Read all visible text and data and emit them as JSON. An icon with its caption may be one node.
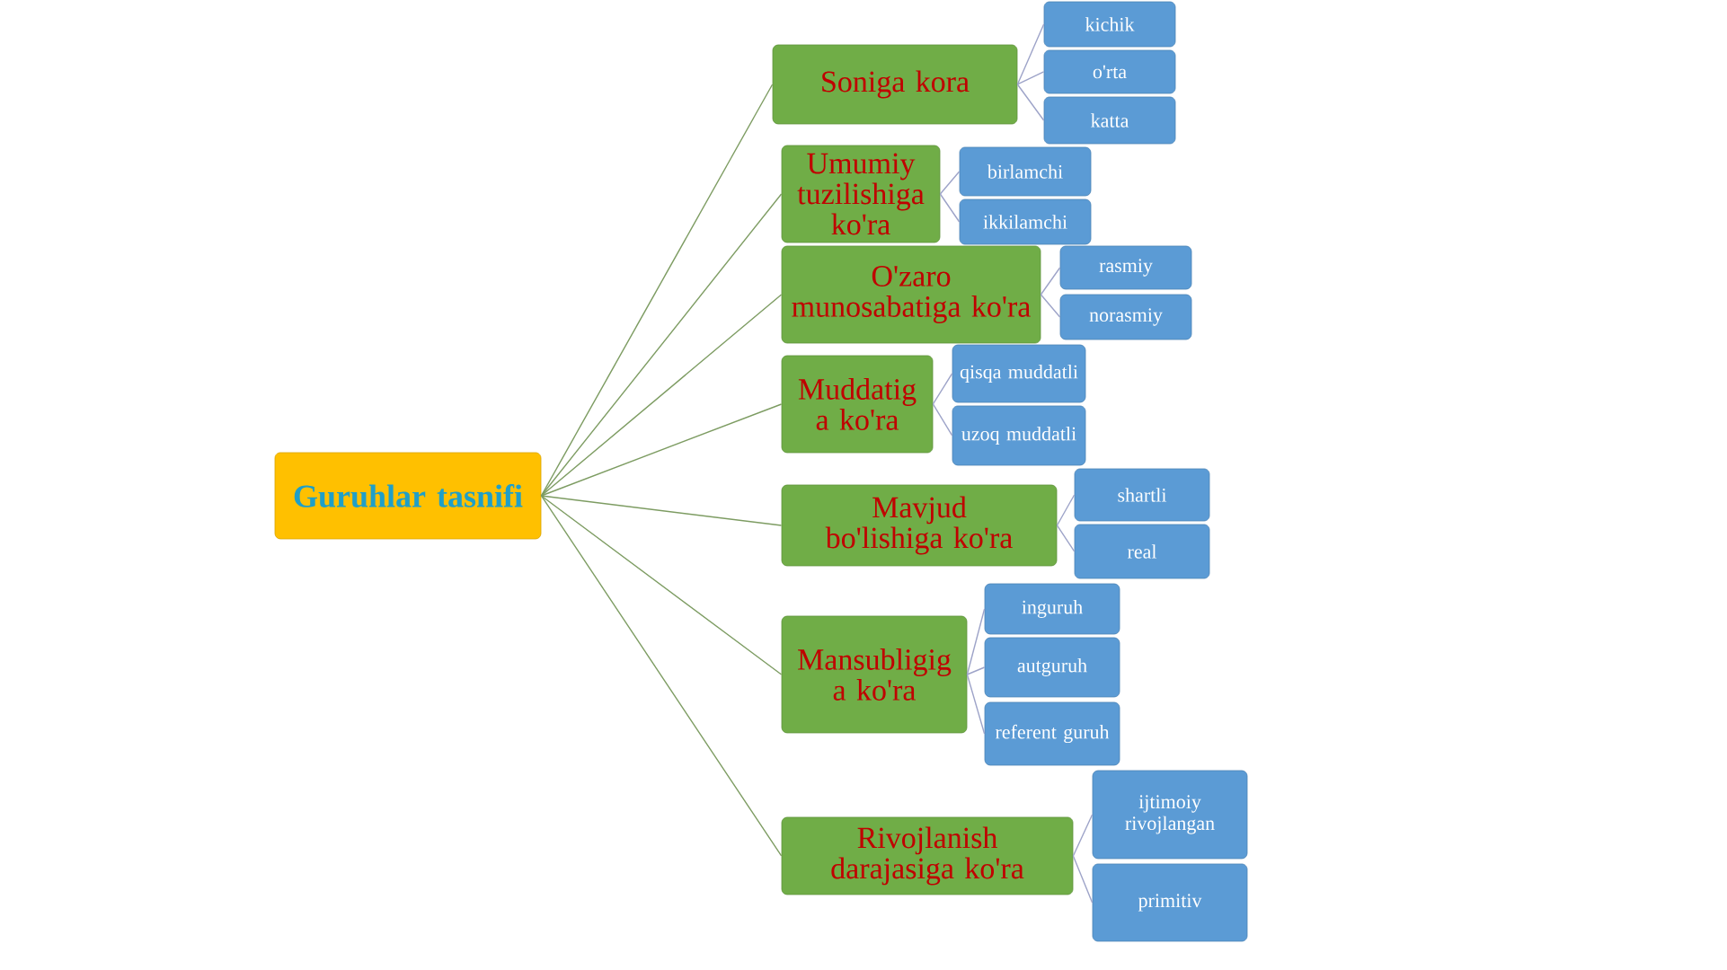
{
  "diagram": {
    "nodes": [
      {
        "text": [
          "Guruhlar tasnifi"
        ]
      },
      {
        "text": [
          "Soniga kora"
        ]
      },
      {
        "text": [
          "kichik"
        ]
      },
      {
        "text": [
          "o'rta"
        ]
      },
      {
        "text": [
          "katta"
        ]
      },
      {
        "text": [
          "Umumiy tuzilishiga ko'ra"
        ]
      },
      {
        "text": [
          "birlamchi"
        ]
      },
      {
        "text": [
          "ikkilamchi"
        ]
      },
      {
        "text": [
          "O'zaro munosabatiga ko'ra"
        ]
      },
      {
        "text": [
          "rasmiy"
        ]
      },
      {
        "text": [
          "norasmiy"
        ]
      },
      {
        "text": [
          "Muddatig a ko'ra"
        ]
      },
      {
        "text": [
          "qisqa muddatli"
        ]
      },
      {
        "text": [
          "uzoq muddatli"
        ]
      },
      {
        "text": [
          "Mavjud bo'lishiga ko'ra"
        ]
      },
      {
        "text": [
          "shartli"
        ]
      },
      {
        "text": [
          "real"
        ]
      },
      {
        "text": [
          "Mansubligig a ko'ra"
        ]
      },
      {
        "text": [
          "inguruh"
        ]
      },
      {
        "text": [
          "autguruh"
        ]
      },
      {
        "text": [
          "referent guruh"
        ]
      },
      {
        "text": [
          "Rivojlanish darajasiga ko'ra"
        ]
      },
      {
        "text": [
          "ijtimoiy rivojlangan"
        ]
      },
      {
        "text": [
          "primitiv"
        ]
      }
    ],
    "edges": [
      {
        "from": 0,
        "to": 1,
        "arrow": "none",
        "color": "#7d9c62"
      },
      {
        "from": 0,
        "to": 5,
        "arrow": "none",
        "color": "#7d9c62"
      },
      {
        "from": 0,
        "to": 8,
        "arrow": "none",
        "color": "#7d9c62"
      },
      {
        "from": 0,
        "to": 11,
        "arrow": "none",
        "color": "#7d9c62"
      },
      {
        "from": 0,
        "to": 14,
        "arrow": "none",
        "color": "#7d9c62"
      },
      {
        "from": 0,
        "to": 17,
        "arrow": "none",
        "color": "#7d9c62"
      },
      {
        "from": 0,
        "to": 21,
        "arrow": "none",
        "color": "#7d9c62"
      },
      {
        "from": 1,
        "to": 2,
        "arrow": "none"
      },
      {
        "from": 1,
        "to": 3,
        "arrow": "none"
      },
      {
        "from": 1,
        "to": 4,
        "arrow": "none"
      },
      {
        "from": 5,
        "to": 6,
        "arrow": "none"
      },
      {
        "from": 5,
        "to": 7,
        "arrow": "none"
      },
      {
        "from": 8,
        "to": 9,
        "arrow": "none"
      },
      {
        "from": 8,
        "to": 10,
        "arrow": "none"
      },
      {
        "from": 11,
        "to": 12,
        "arrow": "none"
      },
      {
        "from": 11,
        "to": 13,
        "arrow": "none"
      },
      {
        "from": 14,
        "to": 15,
        "arrow": "none"
      },
      {
        "from": 14,
        "to": 16,
        "arrow": "none"
      },
      {
        "from": 17,
        "to": 18,
        "arrow": "none"
      },
      {
        "from": 17,
        "to": 19,
        "arrow": "none"
      },
      {
        "from": 17,
        "to": 20,
        "arrow": "none"
      },
      {
        "from": 21,
        "to": 22,
        "arrow": "none"
      },
      {
        "from": 21,
        "to": 23,
        "arrow": "none"
      }
    ]
  }
}
